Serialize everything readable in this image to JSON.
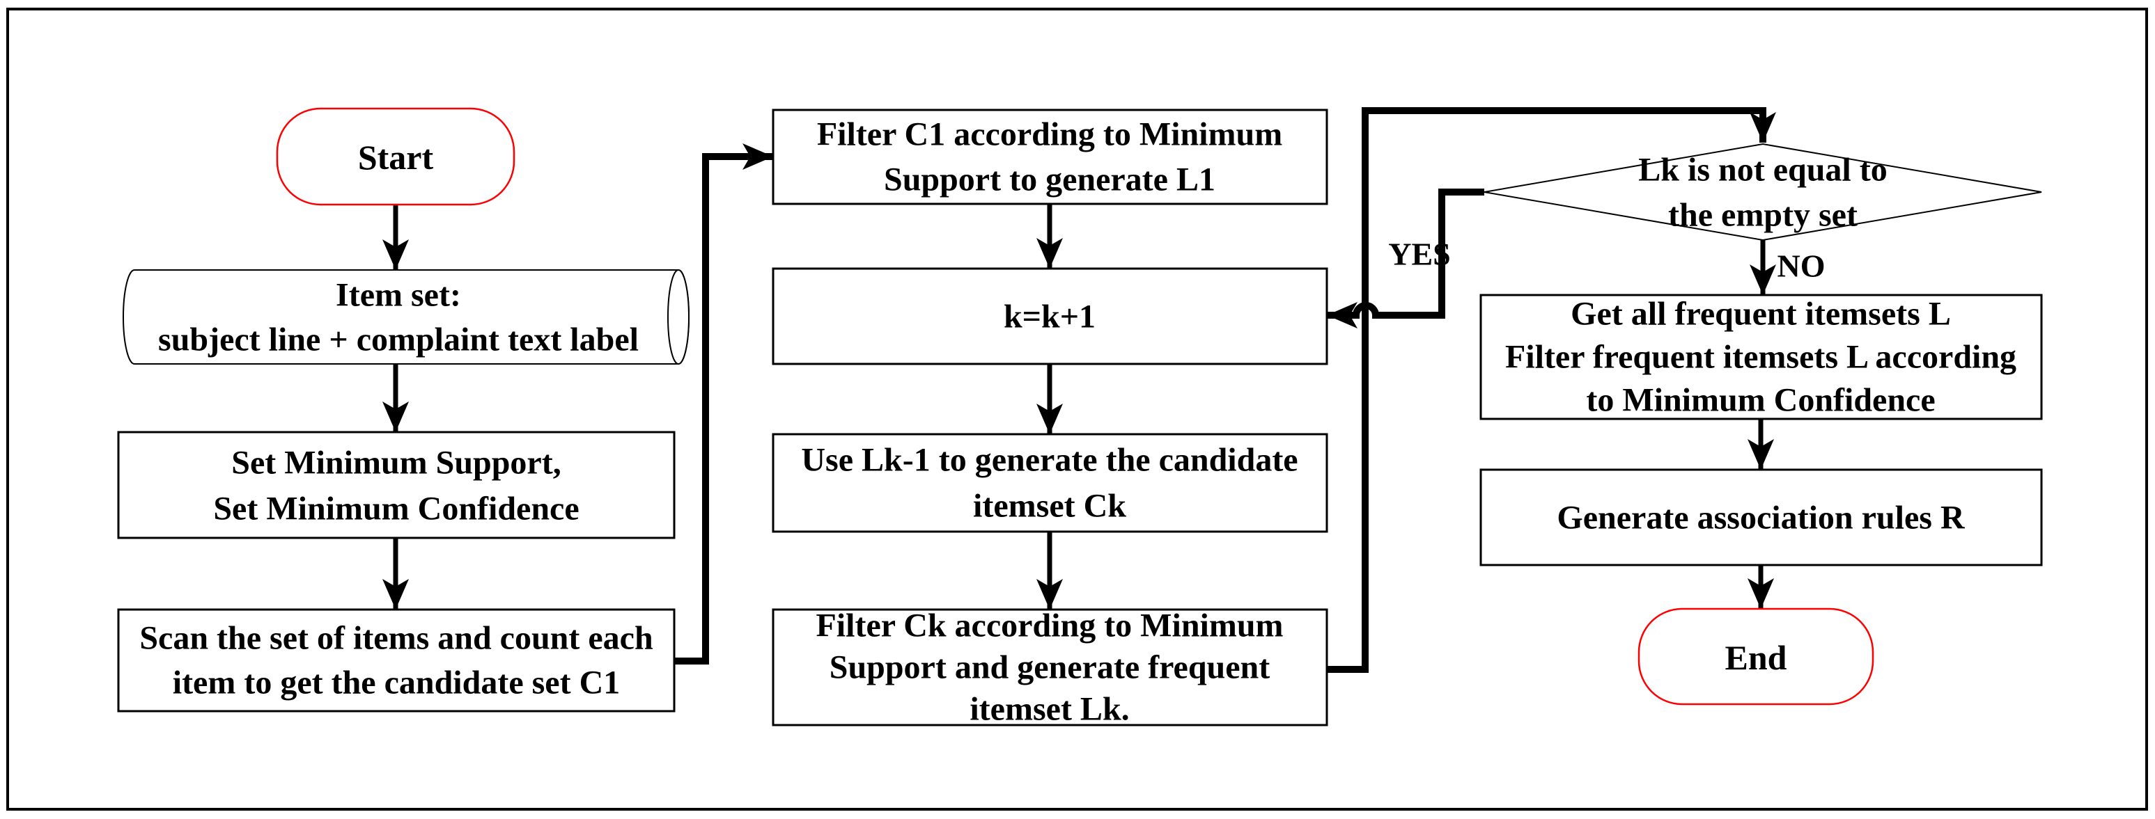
{
  "canvas": {
    "background": "#ffffff",
    "frame_color": "#000000",
    "line_color": "#000000",
    "text_color": "#000000",
    "terminal_border_color": "#ff0000"
  },
  "nodes": {
    "start": {
      "shape": "terminator",
      "label": "Start"
    },
    "item_set": {
      "shape": "data-cylinder",
      "lines": [
        "Item set:",
        "subject line + complaint text label"
      ]
    },
    "set_minimums": {
      "shape": "process",
      "lines": [
        "Set Minimum Support,",
        "Set Minimum Confidence"
      ]
    },
    "scan_items": {
      "shape": "process",
      "lines": [
        "Scan the set of items and count each",
        "item to get the candidate set C1"
      ]
    },
    "filter_c1": {
      "shape": "process",
      "lines": [
        "Filter C1 according to Minimum",
        "Support to generate L1"
      ]
    },
    "increment_k": {
      "shape": "process",
      "lines": [
        "k=k+1"
      ]
    },
    "generate_ck": {
      "shape": "process",
      "lines": [
        "Use Lk-1 to generate the candidate",
        "itemset Ck"
      ]
    },
    "filter_ck": {
      "shape": "process",
      "lines": [
        "Filter Ck according to Minimum",
        "Support and generate frequent",
        "itemset Lk."
      ]
    },
    "lk_not_empty": {
      "shape": "decision",
      "lines": [
        "Lk is not equal to",
        "the empty set"
      ]
    },
    "get_frequent": {
      "shape": "process",
      "lines": [
        "Get all frequent itemsets L",
        "Filter frequent itemsets L according",
        "to Minimum Confidence"
      ]
    },
    "generate_rules": {
      "shape": "process",
      "lines": [
        "Generate association rules R"
      ]
    },
    "end": {
      "shape": "terminator",
      "label": "End"
    }
  },
  "edge_labels": {
    "yes": "YES",
    "no": "NO"
  }
}
